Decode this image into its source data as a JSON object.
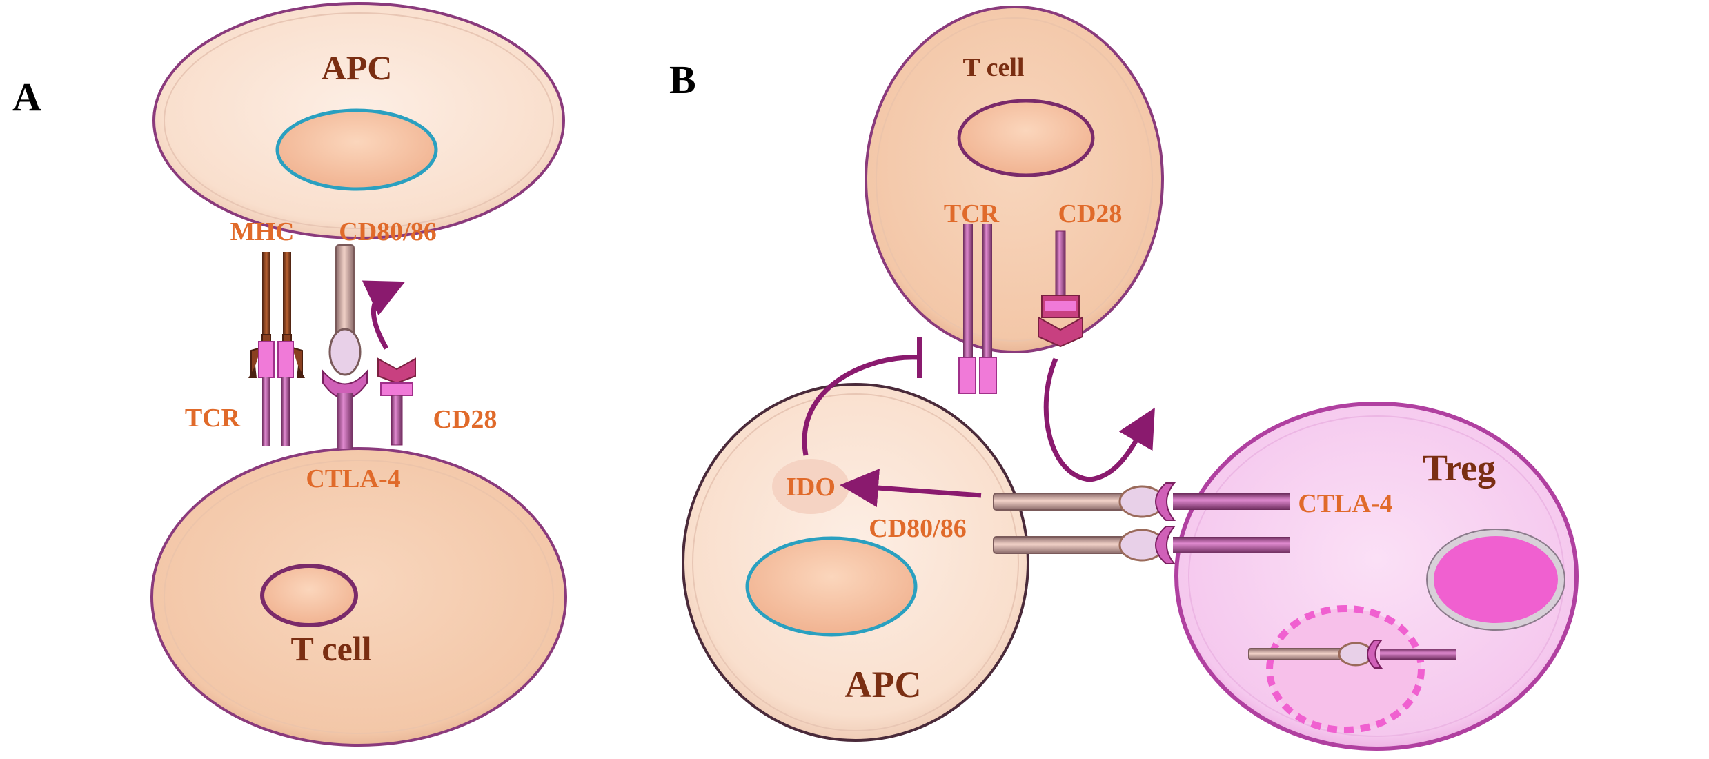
{
  "panel_a": {
    "letter": "A",
    "top_cell": "APC",
    "bottom_cell": "T cell",
    "labels": {
      "mhc": "MHC",
      "cd80_86": "CD80/86",
      "tcr": "TCR",
      "cd28": "CD28",
      "ctla4": "CTLA-4"
    }
  },
  "panel_b": {
    "letter": "B",
    "t_cell": "T cell",
    "apc": "APC",
    "treg": "Treg",
    "labels": {
      "tcr": "TCR",
      "cd28": "CD28",
      "ido": "IDO",
      "cd80_86": "CD80/86",
      "ctla4": "CTLA-4"
    }
  },
  "colors": {
    "cell_fill": "#fbe6d8",
    "cell_stroke": "#8a3a7c",
    "nucleus_fill": "#f6c2a0",
    "nucleus_stroke_apc": "#2aa0c0",
    "nucleus_stroke_t": "#7a2a6a",
    "treg_fill": "#f6ccf0",
    "treg_nucleus": "#f060d0",
    "arrow": "#8a1a6e",
    "label": "#e06a2a",
    "title": "#7a2e12"
  }
}
